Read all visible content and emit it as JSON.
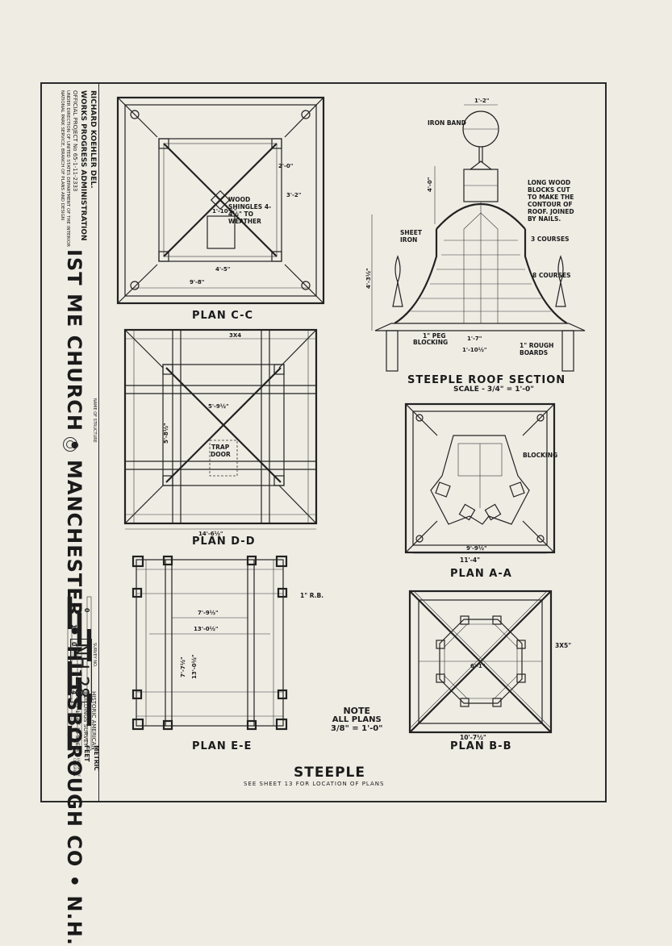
{
  "title_block": {
    "delineator": "RICHARD KOEHLER   DEL.",
    "agency": "WORKS PROGRESS ADMINISTRATION",
    "project": "OFFICIAL PROJECT No 65-1-11-2333",
    "dept_line1": "UNDER DIRECTION OF UNITED STATES DEPARTMENT OF THE INTERIOR",
    "dept_line2": "NATIONAL PARK SERVICE, BRANCH OF PLANS AND DESIGN",
    "structure_caption": "NAME OF STRUCTURE",
    "structure": "IST ME CHURCH • MANCHESTER • HILLSBOROUGH CO • N.H.",
    "survey_caption": "SURVEY NO.",
    "survey_number": "NH-28",
    "habs_line1": "HISTORIC AMERICAN",
    "habs_line2": "BUILDINGS SURVEY",
    "sheet": "SHEET 12 OF 19 SHEETS",
    "library_stamp": "LIBRARY OF CONGRESS"
  },
  "scale_bar": {
    "metric_label": "METRIC",
    "feet_label": "FEET",
    "ticks": [
      "0",
      "1",
      "0",
      "4"
    ]
  },
  "drawings": {
    "plan_cc": "PLAN C-C",
    "plan_dd": "PLAN D-D",
    "plan_ee": "PLAN E-E",
    "plan_aa": "PLAN A-A",
    "plan_bb": "PLAN B-B",
    "section": "STEEPLE ROOF SECTION",
    "section_scale": "SCALE - 3/4\" = 1'-0\""
  },
  "annotations": {
    "wood_shingles": "WOOD SHINGLES 4-4½\" TO WEATHER",
    "iron_band": "IRON BAND",
    "long_wood_1": "LONG WOOD",
    "long_wood_2": "BLOCKS CUT",
    "long_wood_3": "TO MAKE THE",
    "long_wood_4": "CONTOUR OF",
    "long_wood_5": "ROOF. JOINED",
    "long_wood_6": "BY NAILS.",
    "sheet_iron_1": "SHEET",
    "sheet_iron_2": "IRON",
    "courses_3": "3 COURSES",
    "courses_8": "8 COURSES",
    "blocking": "BLOCKING",
    "rough_boards_1": "1\" ROUGH",
    "rough_boards_2": "BOARDS",
    "peg": "1\" PEG",
    "trap_door_1": "TRAP",
    "trap_door_2": "DOOR",
    "rb": "1\" R.B."
  },
  "dimensions": {
    "cc_a": "4'-5\"",
    "cc_b": "9'-8\"",
    "cc_c": "2'-0\"",
    "cc_d": "3'-2\"",
    "cc_e": "1'-10½\"",
    "dd_a": "14'-6½\"",
    "dd_b": "5'-9½\"",
    "dd_c": "5'-8½\"",
    "dd_d": "3X4",
    "ee_a": "7'-9½\"",
    "ee_b": "13'-0½\"",
    "ee_c": "7'-7½\"",
    "ee_d": "13'-0½\"",
    "aa_a": "9'-9½\"",
    "aa_b": "11'-4\"",
    "bb_a": "10'-7½\"",
    "bb_b": "6'-1\"",
    "bb_c": "3X5\"",
    "sec_a": "1'-2\"",
    "sec_b": "4'-0\"",
    "sec_c": "4'-3½\"",
    "sec_d": "1'-7\"",
    "sec_e": "1'-10½\""
  },
  "note": {
    "heading": "NOTE",
    "line1": "ALL PLANS",
    "line2": "3/8\" = 1'-0\""
  },
  "sheet_title": "STEEPLE",
  "sheet_subtitle": "SEE SHEET 13 FOR LOCATION OF PLANS"
}
